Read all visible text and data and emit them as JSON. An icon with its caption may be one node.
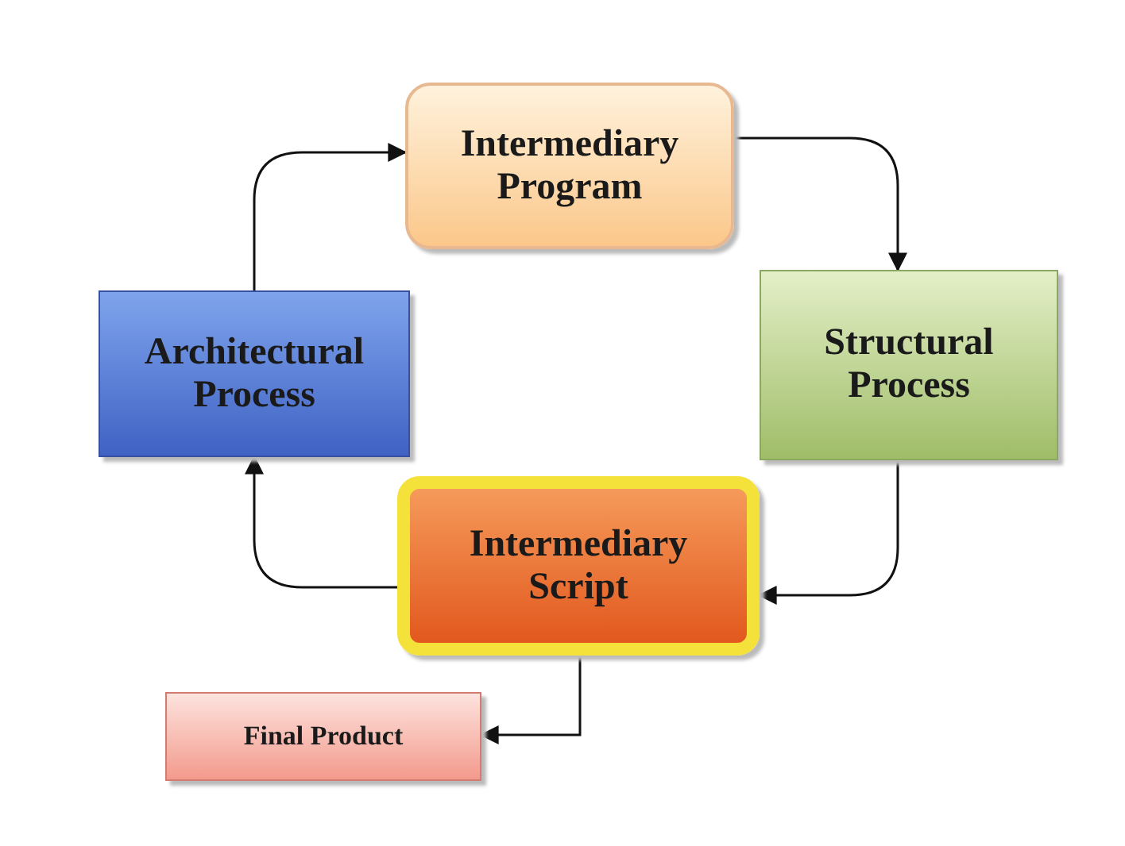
{
  "diagram": {
    "nodes": [
      {
        "text": [
          "Intermediary Program"
        ]
      },
      {
        "text": [
          "Structural Process"
        ]
      },
      {
        "text": [
          "Intermediary Script"
        ]
      },
      {
        "text": [
          "Architectural Process"
        ]
      },
      {
        "text": [
          "Final Product"
        ]
      }
    ],
    "edges": [
      {
        "from": 0,
        "to": 1,
        "arrow": "to"
      },
      {
        "from": 1,
        "to": 2,
        "arrow": "to"
      },
      {
        "from": 2,
        "to": 3,
        "arrow": "to"
      },
      {
        "from": 3,
        "to": 0,
        "arrow": "to"
      },
      {
        "from": 2,
        "to": 4,
        "arrow": "to"
      }
    ]
  }
}
